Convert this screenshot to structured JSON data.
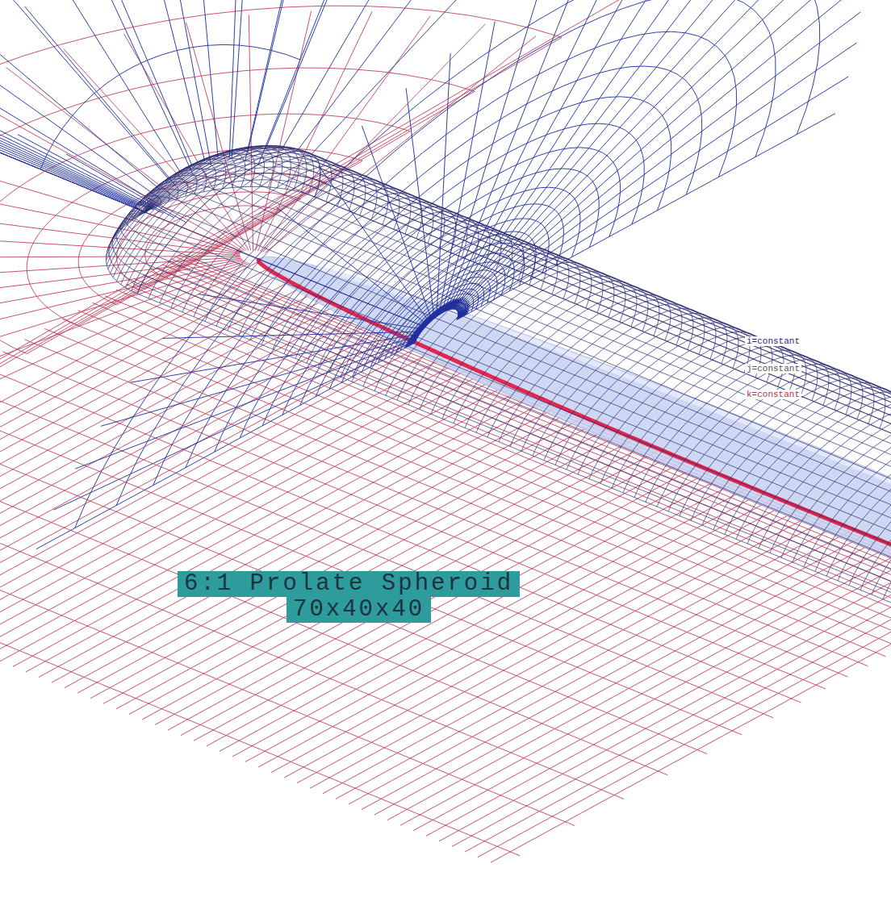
{
  "diagram": {
    "nodes": [
      {
        "text": [
          "6:1 Prolate Spheroid",
          "70x40x40"
        ]
      }
    ],
    "labels": [
      "i=constant",
      "j=constant",
      "k=constant"
    ]
  }
}
